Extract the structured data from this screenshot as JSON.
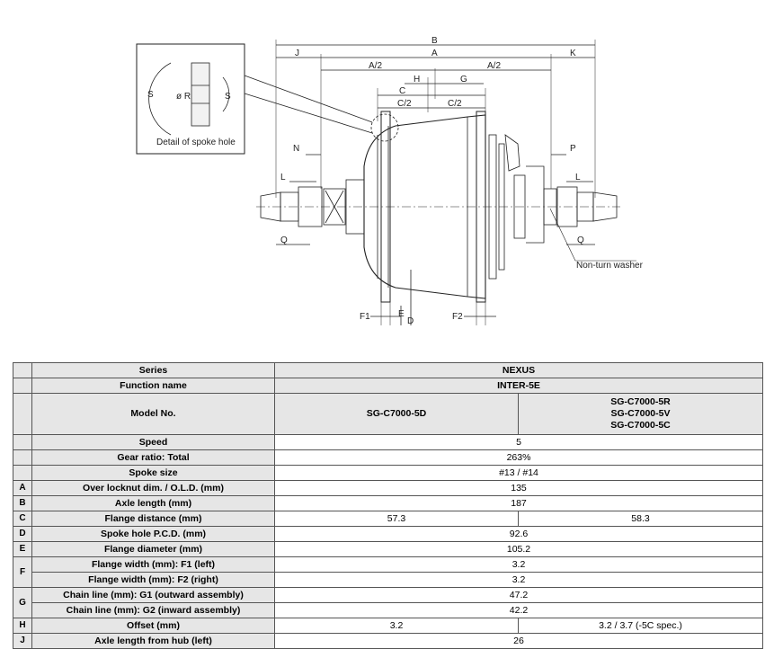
{
  "drawing": {
    "dimension_letters": [
      "B",
      "A",
      "J",
      "K",
      "A/2",
      "A/2",
      "H",
      "G",
      "C",
      "C/2",
      "C/2",
      "N",
      "P",
      "L",
      "L",
      "Q",
      "Q",
      "F1",
      "F2",
      "E",
      "D"
    ],
    "detail": {
      "caption": "Detail of spoke hole",
      "labels": [
        "S",
        "S",
        "ø R"
      ]
    },
    "callout": "Non-turn washer"
  },
  "table": {
    "rows": [
      {
        "letter": "",
        "label": "Series",
        "cells": [
          {
            "text": "NEXUS",
            "span": 2
          }
        ]
      },
      {
        "letter": "",
        "label": "Function name",
        "cells": [
          {
            "text": "INTER-5E",
            "span": 2
          }
        ]
      },
      {
        "letter": "",
        "label": "Model No.",
        "cells": [
          {
            "text": "SG-C7000-5D"
          },
          {
            "lines": [
              "SG-C7000-5R",
              "SG-C7000-5V",
              "SG-C7000-5C"
            ]
          }
        ]
      },
      {
        "letter": "",
        "label": "Speed",
        "cells": [
          {
            "text": "5",
            "span": 2
          }
        ]
      },
      {
        "letter": "",
        "label": "Gear ratio: Total",
        "cells": [
          {
            "text": "263%",
            "span": 2
          }
        ]
      },
      {
        "letter": "",
        "label": "Spoke size",
        "cells": [
          {
            "text": "#13 / #14",
            "span": 2
          }
        ]
      },
      {
        "letter": "A",
        "label": "Over locknut dim. / O.L.D. (mm)",
        "cells": [
          {
            "text": "135",
            "span": 2
          }
        ]
      },
      {
        "letter": "B",
        "label": "Axle length (mm)",
        "cells": [
          {
            "text": "187",
            "span": 2
          }
        ]
      },
      {
        "letter": "C",
        "label": "Flange distance (mm)",
        "cells": [
          {
            "text": "57.3"
          },
          {
            "text": "58.3"
          }
        ]
      },
      {
        "letter": "D",
        "label": "Spoke hole P.C.D. (mm)",
        "cells": [
          {
            "text": "92.6",
            "span": 2
          }
        ]
      },
      {
        "letter": "E",
        "label": "Flange diameter (mm)",
        "cells": [
          {
            "text": "105.2",
            "span": 2
          }
        ]
      },
      {
        "letter": "F",
        "letter_rows": 2,
        "label": "Flange width (mm): F1 (left)",
        "cells": [
          {
            "text": "3.2",
            "span": 2
          }
        ]
      },
      {
        "label": "Flange width (mm): F2 (right)",
        "cells": [
          {
            "text": "3.2",
            "span": 2
          }
        ]
      },
      {
        "letter": "G",
        "letter_rows": 2,
        "label": "Chain line (mm): G1 (outward assembly)",
        "cells": [
          {
            "text": "47.2",
            "span": 2
          }
        ]
      },
      {
        "label": "Chain line (mm): G2 (inward assembly)",
        "cells": [
          {
            "text": "42.2",
            "span": 2
          }
        ]
      },
      {
        "letter": "H",
        "label": "Offset (mm)",
        "cells": [
          {
            "text": "3.2"
          },
          {
            "text": "3.2 / 3.7 (-5C spec.)"
          }
        ]
      },
      {
        "letter": "J",
        "label": "Axle length from hub (left)",
        "cells": [
          {
            "text": "26",
            "span": 2
          }
        ]
      }
    ]
  }
}
